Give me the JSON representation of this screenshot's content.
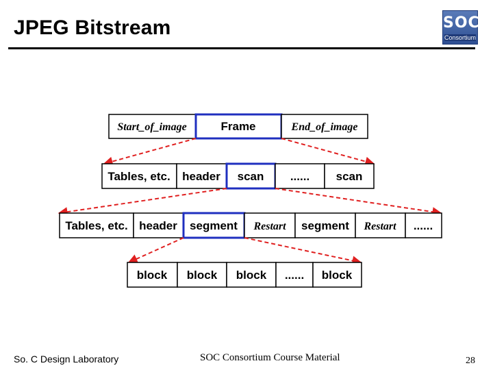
{
  "slide": {
    "title": "JPEG Bitstream",
    "logo": {
      "icon": "soc-consortium-logo",
      "text_main": "SOC",
      "text_sub": "Consortium"
    },
    "footer": {
      "left": "So. C Design Laboratory",
      "center": "SOC Consortium Course Material",
      "page_number": "28"
    }
  },
  "diagram": {
    "colors": {
      "highlight": "#1f2fbf",
      "arrow": "#e02020",
      "border": "#000000"
    },
    "rows": [
      {
        "cells": [
          "Start_of_image",
          "Frame",
          "End_of_image"
        ],
        "highlighted": "Frame"
      },
      {
        "cells": [
          "Tables, etc.",
          "header",
          "scan",
          "......",
          "scan"
        ],
        "highlighted": "scan"
      },
      {
        "cells": [
          "Tables, etc.",
          "header",
          "segment",
          "Restart",
          "segment",
          "Restart",
          "......"
        ],
        "highlighted": "segment"
      },
      {
        "cells": [
          "block",
          "block",
          "block",
          "......",
          "block"
        ]
      }
    ]
  }
}
